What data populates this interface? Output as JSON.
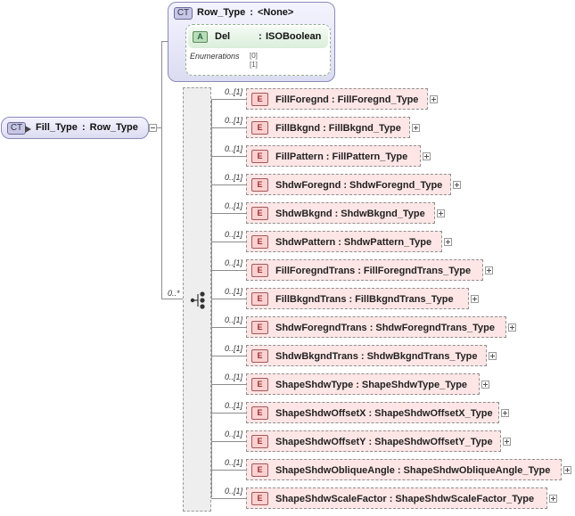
{
  "root": {
    "badge": "CT",
    "name": "Fill_Type",
    "sep": ":",
    "type": "Row_Type"
  },
  "base_type": {
    "badge": "CT",
    "name": "Row_Type",
    "sep": ":",
    "value": "<None>",
    "attribute": {
      "badge": "A",
      "name": "Del",
      "sep": ":",
      "type": "ISOBoolean",
      "enumerations_label": "Enumerations",
      "enumerations": [
        "[0]",
        "[1]"
      ]
    }
  },
  "sequence": {
    "cardinality": "0..*",
    "icon": "sequence-compositor-icon"
  },
  "elements": [
    {
      "badge": "E",
      "name": "FillForegnd",
      "sep": ":",
      "type": "FillForegnd_Type",
      "cardinality": "0..[1]"
    },
    {
      "badge": "E",
      "name": "FillBkgnd",
      "sep": ":",
      "type": "FillBkgnd_Type",
      "cardinality": "0..[1]"
    },
    {
      "badge": "E",
      "name": "FillPattern",
      "sep": ":",
      "type": "FillPattern_Type",
      "cardinality": "0..[1]"
    },
    {
      "badge": "E",
      "name": "ShdwForegnd",
      "sep": ":",
      "type": "ShdwForegnd_Type",
      "cardinality": "0..[1]"
    },
    {
      "badge": "E",
      "name": "ShdwBkgnd",
      "sep": ":",
      "type": "ShdwBkgnd_Type",
      "cardinality": "0..[1]"
    },
    {
      "badge": "E",
      "name": "ShdwPattern",
      "sep": ":",
      "type": "ShdwPattern_Type",
      "cardinality": "0..[1]"
    },
    {
      "badge": "E",
      "name": "FillForegndTrans",
      "sep": ":",
      "type": "FillForegndTrans_Type",
      "cardinality": "0..[1]"
    },
    {
      "badge": "E",
      "name": "FillBkgndTrans",
      "sep": ":",
      "type": "FillBkgndTrans_Type",
      "cardinality": "0..[1]"
    },
    {
      "badge": "E",
      "name": "ShdwForegndTrans",
      "sep": ":",
      "type": "ShdwForegndTrans_Type",
      "cardinality": "0..[1]"
    },
    {
      "badge": "E",
      "name": "ShdwBkgndTrans",
      "sep": ":",
      "type": "ShdwBkgndTrans_Type",
      "cardinality": "0..[1]"
    },
    {
      "badge": "E",
      "name": "ShapeShdwType",
      "sep": ":",
      "type": "ShapeShdwType_Type",
      "cardinality": "0..[1]"
    },
    {
      "badge": "E",
      "name": "ShapeShdwOffsetX",
      "sep": ":",
      "type": "ShapeShdwOffsetX_Type",
      "cardinality": "0..[1]"
    },
    {
      "badge": "E",
      "name": "ShapeShdwOffsetY",
      "sep": ":",
      "type": "ShapeShdwOffsetY_Type",
      "cardinality": "0..[1]"
    },
    {
      "badge": "E",
      "name": "ShapeShdwObliqueAngle",
      "sep": ":",
      "type": "ShapeShdwObliqueAngle_Type",
      "cardinality": "0..[1]"
    },
    {
      "badge": "E",
      "name": "ShapeShdwScaleFactor",
      "sep": ":",
      "type": "ShapeShdwScaleFactor_Type",
      "cardinality": "0..[1]"
    }
  ],
  "colors": {
    "connector": "#8c8c8c",
    "complex_type_fill": "#dcdcf2",
    "element_fill": "#ffe6e6",
    "attribute_fill": "#daeeda",
    "sequence_fill": "#eeeeee"
  }
}
